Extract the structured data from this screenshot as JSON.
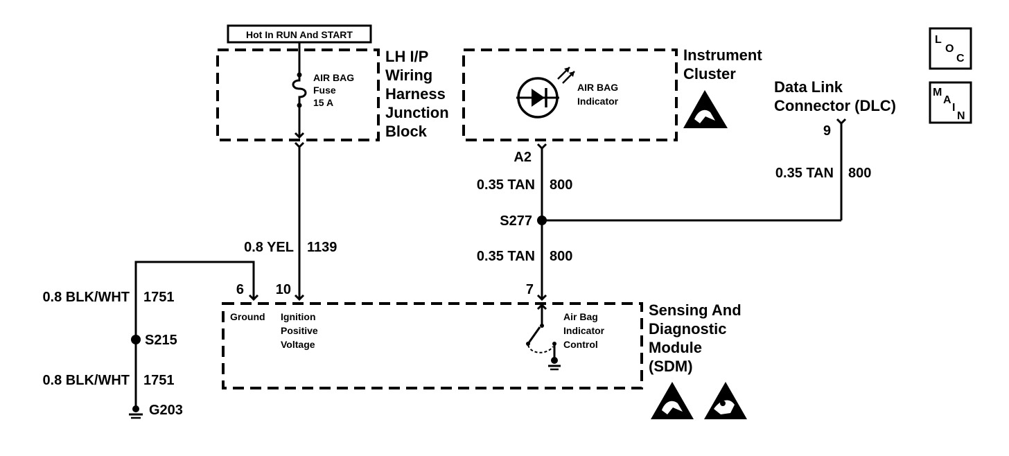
{
  "hot_label": "Hot In RUN And START",
  "fuse_block": {
    "title_lines": [
      "LH I/P",
      "Wiring",
      "Harness",
      "Junction",
      "Block"
    ],
    "fuse_lines": [
      "AIR BAG",
      "Fuse",
      "15 A"
    ]
  },
  "cluster": {
    "title_lines": [
      "Instrument",
      "Cluster"
    ],
    "indicator_lines": [
      "AIR BAG",
      "Indicator"
    ],
    "pin": "A2"
  },
  "dlc": {
    "title_lines": [
      "Data Link",
      "Connector (DLC)"
    ],
    "pin": "9"
  },
  "wires": {
    "yel": {
      "size_color": "0.8 YEL",
      "circuit": "1139"
    },
    "tan_upper": {
      "size_color": "0.35 TAN",
      "circuit": "800"
    },
    "tan_dlc": {
      "size_color": "0.35 TAN",
      "circuit": "800"
    },
    "tan_lower": {
      "size_color": "0.35 TAN",
      "circuit": "800"
    },
    "blk_upper": {
      "size_color": "0.8 BLK/WHT",
      "circuit": "1751"
    },
    "blk_lower": {
      "size_color": "0.8 BLK/WHT",
      "circuit": "1751"
    }
  },
  "splices": {
    "s277": "S277",
    "s215": "S215"
  },
  "ground": {
    "g203": "G203"
  },
  "sdm": {
    "title_lines": [
      "Sensing And",
      "Diagnostic",
      "Module",
      "(SDM)"
    ],
    "pins": {
      "ground": "6",
      "ignition": "10",
      "indicator": "7"
    },
    "ground_label": "Ground",
    "ignition_lines": [
      "Ignition",
      "Positive",
      "Voltage"
    ],
    "indicator_control_lines": [
      "Air Bag",
      "Indicator",
      "Control"
    ]
  },
  "nav": {
    "loc": {
      "l1": "L",
      "l2": "O",
      "l3": "C"
    },
    "main": {
      "l1": "M",
      "l2": "A",
      "l3": "I",
      "l4": "N"
    }
  },
  "icons": [
    "esd-warning-icon",
    "esd-warning-icon",
    "esd-warning-icon",
    "airbag-warning-icon"
  ]
}
